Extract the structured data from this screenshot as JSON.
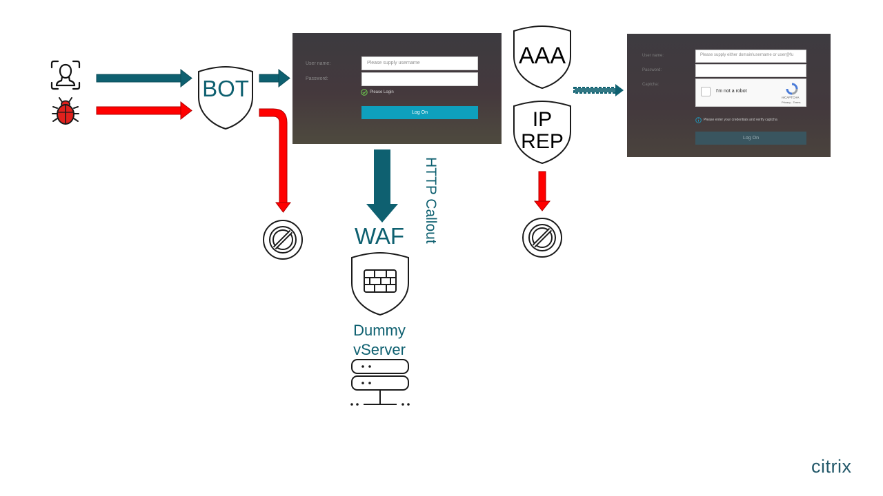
{
  "bot_shield": {
    "label": "BOT"
  },
  "aaa_shield": {
    "label": "AAA"
  },
  "iprep_shield": {
    "line1": "IP",
    "line2": "REP"
  },
  "waf": {
    "label": "WAF"
  },
  "http_callout": {
    "label": "HTTP Callout"
  },
  "dummy_vserver": {
    "line1": "Dummy",
    "line2": "vServer"
  },
  "login_screen_1": {
    "username_label": "User name:",
    "password_label": "Password:",
    "username_placeholder": "Please supply username",
    "status_text": "Please Login",
    "logon_button": "Log On"
  },
  "login_screen_2": {
    "username_label": "User name:",
    "password_label": "Password:",
    "captcha_label": "Captcha:",
    "username_placeholder": "Please supply either domain\\username or user@fu",
    "captcha_checkbox": "I'm not a robot",
    "captcha_brand": "reCAPTCHA",
    "captcha_links": "Privacy - Terms",
    "info_text": "Please enter your credentials and verify captcha",
    "logon_button": "Log On"
  },
  "brand": {
    "logo": "citrix"
  },
  "colors": {
    "teal": "#0e6070",
    "red": "#ff0000",
    "login_accent": "#0ea0bd"
  },
  "icons": [
    "user-face-icon",
    "bug-icon",
    "block-icon",
    "firewall-icon",
    "server-icon",
    "check-circle-icon",
    "info-icon",
    "recaptcha-icon"
  ]
}
